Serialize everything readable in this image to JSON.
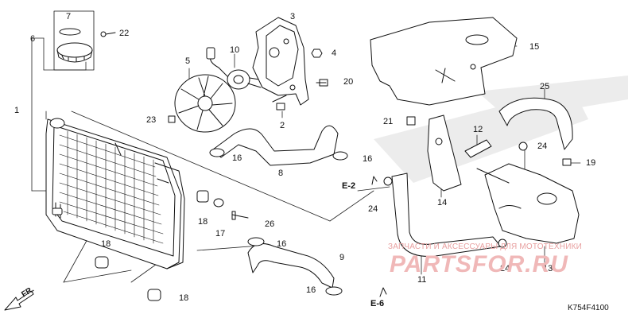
{
  "diagram": {
    "callouts": [
      "1",
      "2",
      "3",
      "4",
      "5",
      "6",
      "7",
      "8",
      "9",
      "10",
      "11",
      "12",
      "14",
      "15",
      "16",
      "16",
      "16",
      "16",
      "17",
      "18",
      "18",
      "18",
      "19",
      "20",
      "21",
      "22",
      "23",
      "24",
      "24",
      "24",
      "25",
      "26",
      "13"
    ],
    "refs": {
      "e2": "E-2",
      "e6": "E-6"
    },
    "direction": "FR.",
    "drawing_code": "K754F4100"
  },
  "watermark": {
    "tagline": "ЗАПЧАСТИ И АКСЕССУАРЫ ДЛЯ МОТОТЕХНИКИ",
    "brand": "PARTSFOR.RU"
  },
  "colors": {
    "line": "#111111",
    "watermark": "#e88a8a",
    "ghost": "#e6e6e6"
  }
}
